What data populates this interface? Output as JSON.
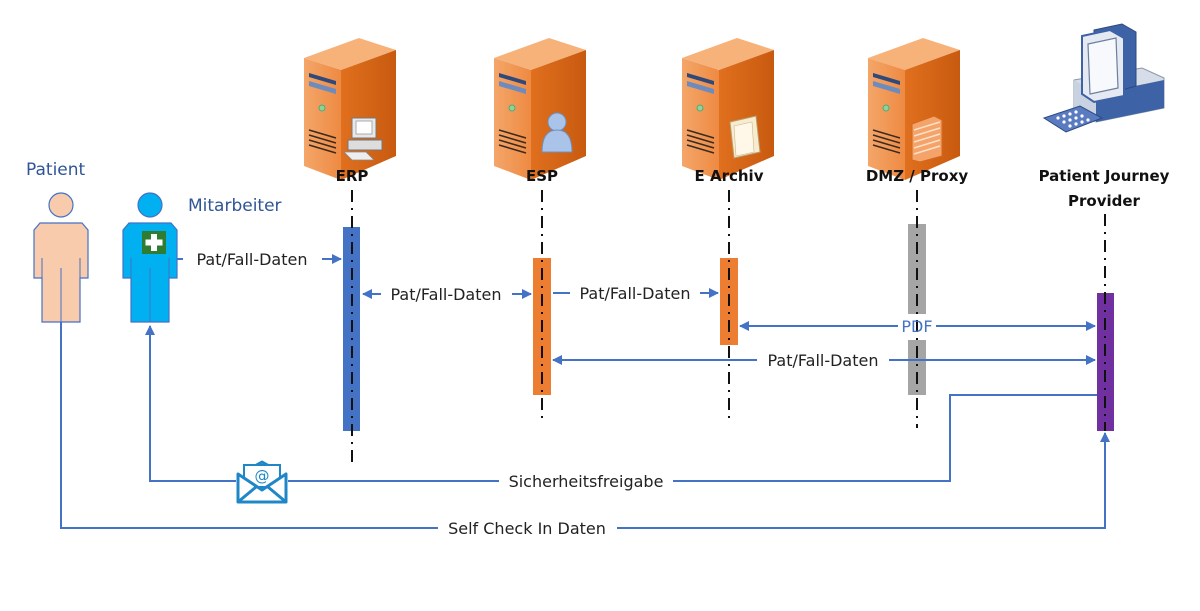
{
  "colors": {
    "arrow": "#4472C4",
    "erp_bar": "#4472C4",
    "esp_bar": "#ED7D31",
    "archiv_bar": "#ED7D31",
    "dmz_bar": "#A5A5A5",
    "provider_bar": "#7030A0",
    "patient_fill": "#F8CBAD",
    "staff_fill": "#00B0F0",
    "cross_bg": "#2E7D32",
    "actor_label": "#2F5597"
  },
  "actors": {
    "patient": {
      "label": "Patient",
      "icon": "person-icon"
    },
    "staff": {
      "label": "Mitarbeiter",
      "icon": "medical-staff-icon"
    }
  },
  "systems": [
    {
      "id": "erp",
      "label": "ERP",
      "icon": "server-workstation-icon"
    },
    {
      "id": "esp",
      "label": "ESP",
      "icon": "server-user-icon"
    },
    {
      "id": "archiv",
      "label": "E Archiv",
      "icon": "server-folder-icon"
    },
    {
      "id": "dmz",
      "label": "DMZ / Proxy",
      "icon": "server-firewall-icon"
    },
    {
      "id": "provider",
      "label_line1": "Patient Journey",
      "label_line2": "Provider",
      "icon": "desktop-computer-icon"
    }
  ],
  "messages": [
    {
      "id": "staff-erp",
      "label": "Pat/Fall-Daten",
      "from": "Mitarbeiter",
      "to": "ERP",
      "direction": "one-way"
    },
    {
      "id": "erp-esp",
      "label": "Pat/Fall-Daten",
      "from": "ERP",
      "to": "ESP",
      "direction": "two-way"
    },
    {
      "id": "esp-archiv",
      "label": "Pat/Fall-Daten",
      "from": "ESP",
      "to": "E Archiv",
      "direction": "one-way"
    },
    {
      "id": "archiv-provider",
      "label": "PDF",
      "from": "E Archiv",
      "to": "Patient Journey Provider",
      "direction": "two-way"
    },
    {
      "id": "esp-provider",
      "label": "Pat/Fall-Daten",
      "from": "ESP",
      "to": "Patient Journey Provider",
      "direction": "two-way"
    },
    {
      "id": "provider-staff",
      "label": "Sicherheitsfreigabe",
      "from": "Patient Journey Provider",
      "to": "Mitarbeiter",
      "direction": "one-way",
      "icon": "email-icon"
    },
    {
      "id": "patient-provider",
      "label": "Self Check In Daten",
      "from": "Patient",
      "to": "Patient Journey Provider",
      "direction": "one-way"
    }
  ]
}
